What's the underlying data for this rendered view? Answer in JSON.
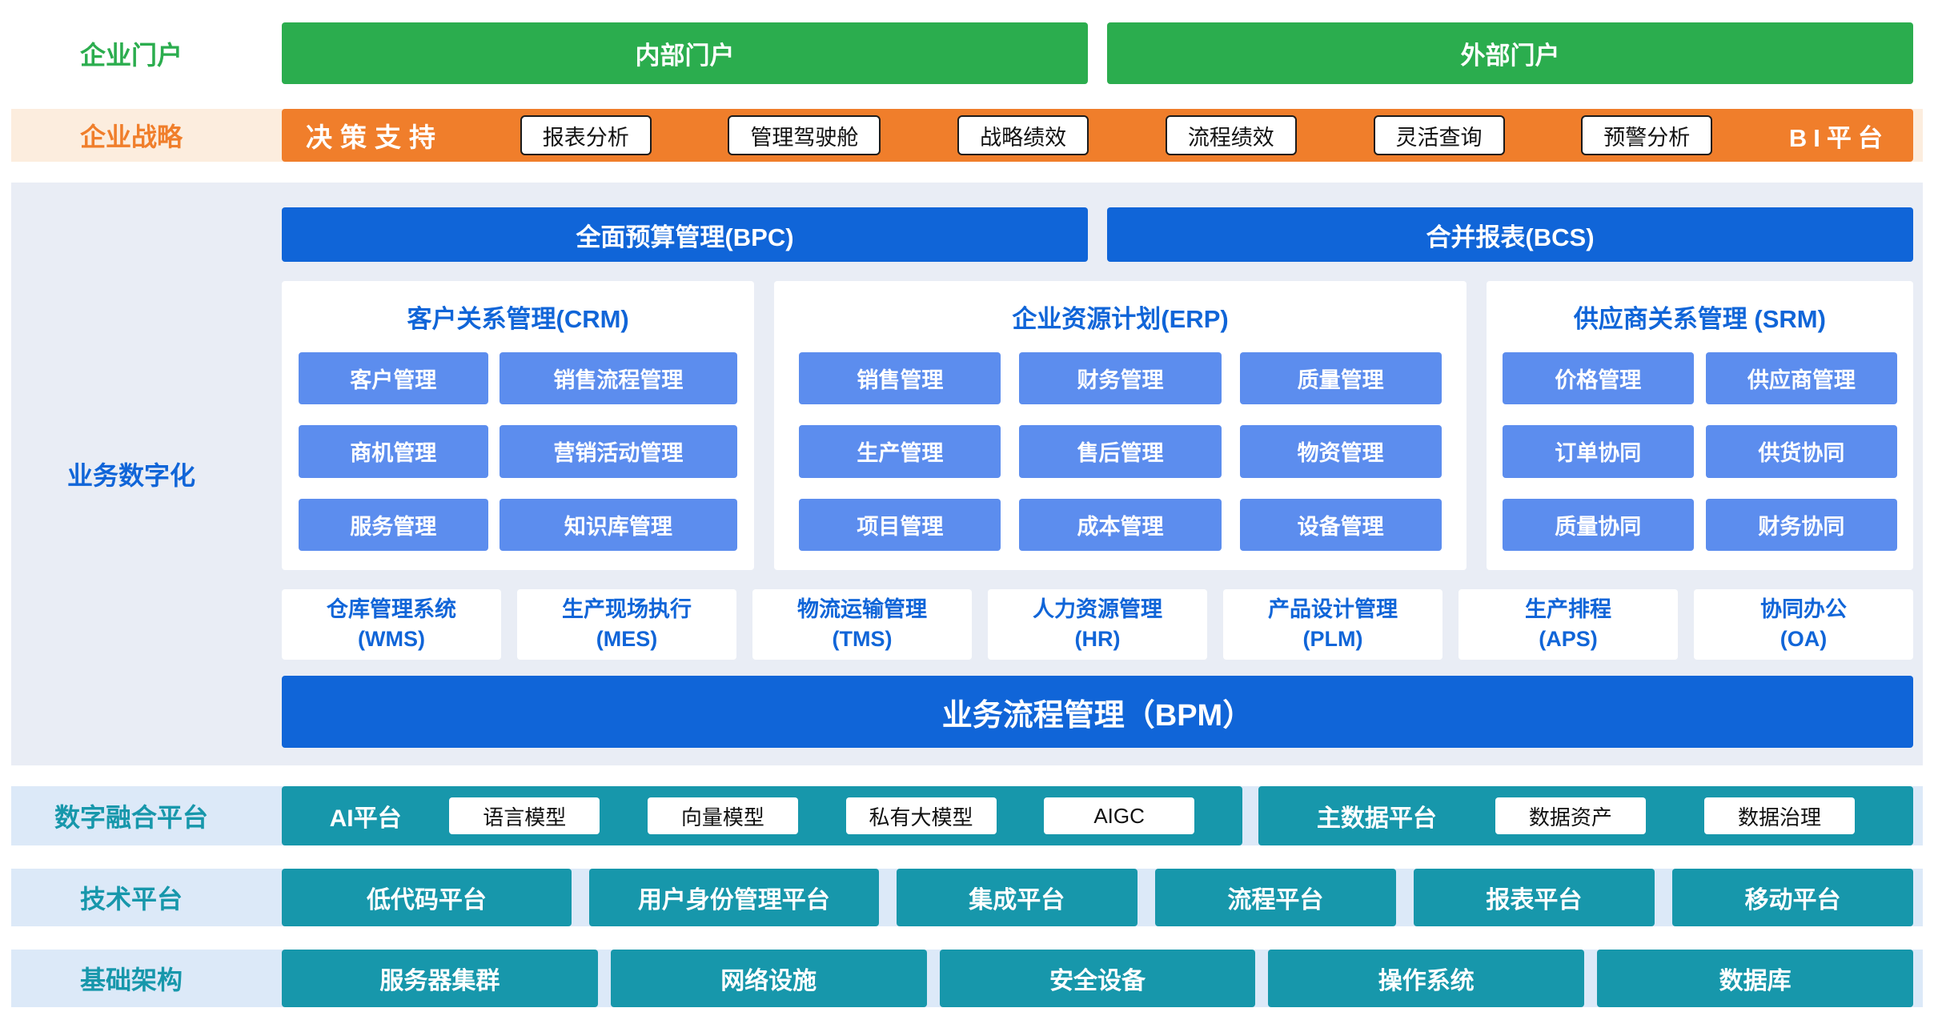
{
  "colors": {
    "green": "#2BAD4E",
    "orange": "#F07E2B",
    "orange_bg": "#FCEDDE",
    "blue": "#1065D8",
    "blue_button": "#5C8DEE",
    "teal": "#1797AB",
    "business_bg": "#E9EDF5",
    "platform_bg": "#DCE9F8"
  },
  "portal": {
    "label": "企业门户",
    "items": [
      "内部门户",
      "外部门户"
    ]
  },
  "strategy": {
    "label": "企业战略",
    "title": "决策支持",
    "items": [
      "报表分析",
      "管理驾驶舱",
      "战略绩效",
      "流程绩效",
      "灵活查询",
      "预警分析"
    ],
    "right": "BI平台"
  },
  "business": {
    "label": "业务数字化",
    "bars": [
      "全面预算管理(BPC)",
      "合并报表(BCS)"
    ],
    "crm": {
      "title": "客户关系管理(CRM)",
      "items": [
        "客户管理",
        "销售流程管理",
        "商机管理",
        "营销活动管理",
        "服务管理",
        "知识库管理"
      ]
    },
    "erp": {
      "title": "企业资源计划(ERP)",
      "items": [
        "销售管理",
        "财务管理",
        "质量管理",
        "生产管理",
        "售后管理",
        "物资管理",
        "项目管理",
        "成本管理",
        "设备管理"
      ]
    },
    "srm": {
      "title": "供应商关系管理 (SRM)",
      "items": [
        "价格管理",
        "供应商管理",
        "订单协同",
        "供货协同",
        "质量协同",
        "财务协同"
      ]
    },
    "systems": [
      {
        "name": "仓库管理系统",
        "code": "(WMS)"
      },
      {
        "name": "生产现场执行",
        "code": "(MES)"
      },
      {
        "name": "物流运输管理",
        "code": "(TMS)"
      },
      {
        "name": "人力资源管理",
        "code": "(HR)"
      },
      {
        "name": "产品设计管理",
        "code": "(PLM)"
      },
      {
        "name": "生产排程",
        "code": "(APS)"
      },
      {
        "name": "协同办公",
        "code": "(OA)"
      }
    ],
    "bpm": "业务流程管理（BPM）"
  },
  "fusion": {
    "label": "数字融合平台",
    "ai": {
      "title": "AI平台",
      "items": [
        "语言模型",
        "向量模型",
        "私有大模型",
        "AIGC"
      ]
    },
    "mdm": {
      "title": "主数据平台",
      "items": [
        "数据资产",
        "数据治理"
      ]
    }
  },
  "tech": {
    "label": "技术平台",
    "items": [
      "低代码平台",
      "用户身份管理平台",
      "集成平台",
      "流程平台",
      "报表平台",
      "移动平台"
    ]
  },
  "infra": {
    "label": "基础架构",
    "items": [
      "服务器集群",
      "网络设施",
      "安全设备",
      "操作系统",
      "数据库"
    ]
  }
}
